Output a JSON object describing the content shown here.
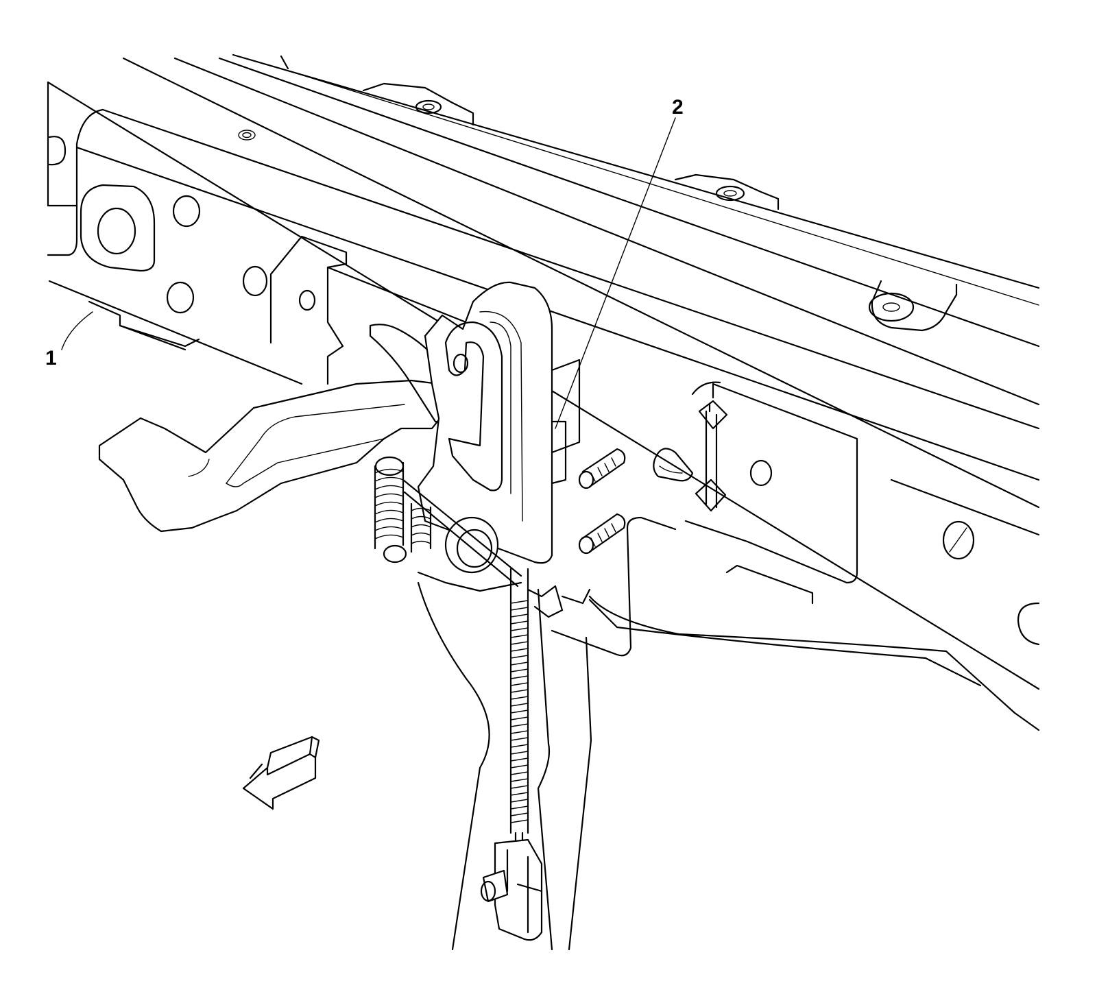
{
  "callouts": [
    {
      "id": "1",
      "label": "1"
    },
    {
      "id": "2",
      "label": "2"
    }
  ],
  "icons": {
    "direction_arrow": "forward-direction-arrow-icon"
  },
  "colors": {
    "line": "#000000",
    "background": "#ffffff"
  }
}
